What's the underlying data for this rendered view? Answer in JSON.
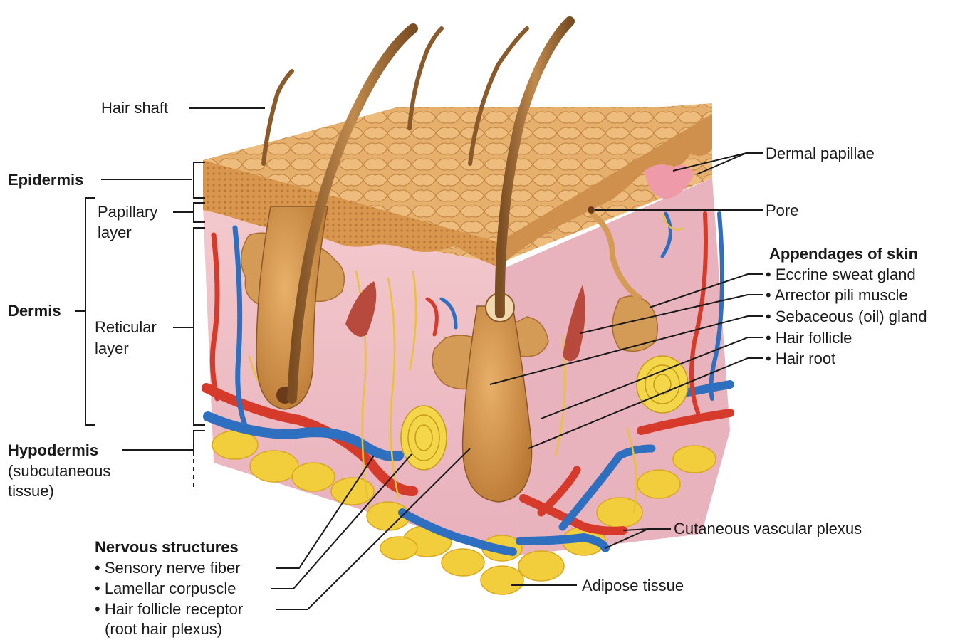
{
  "labels": {
    "hair_shaft": "Hair shaft",
    "epidermis": "Epidermis",
    "papillary_layer_1": "Papillary",
    "papillary_layer_2": "layer",
    "dermis": "Dermis",
    "reticular_layer_1": "Reticular",
    "reticular_layer_2": "layer",
    "hypodermis": "Hypodermis",
    "hypodermis_sub_1": "(subcutaneous",
    "hypodermis_sub_2": "tissue)",
    "dermal_papillae": "Dermal papillae",
    "pore": "Pore",
    "cutaneous_vascular_plexus": "Cutaneous vascular plexus",
    "adipose_tissue": "Adipose tissue"
  },
  "appendages": {
    "heading": "Appendages of skin",
    "items": [
      "• Eccrine sweat gland",
      "• Arrector pili muscle",
      "• Sebaceous (oil) gland",
      "• Hair follicle",
      "• Hair root"
    ]
  },
  "nervous": {
    "heading": "Nervous structures",
    "items": [
      "• Sensory nerve fiber",
      "• Lamellar corpuscle",
      "• Hair follicle receptor",
      "(root hair plexus)"
    ]
  },
  "colors": {
    "epidermis_top": "#e2aa66",
    "epidermis_cells": "#c98a45",
    "dermis": "#efc2c8",
    "dermis_shade": "#e0a2ae",
    "adipose": "#f3cf3a",
    "artery": "#d63a2a",
    "vein": "#2f6fc0",
    "nerve": "#e8c23a",
    "hair": "#9b6b35",
    "gland": "#d39b56"
  }
}
